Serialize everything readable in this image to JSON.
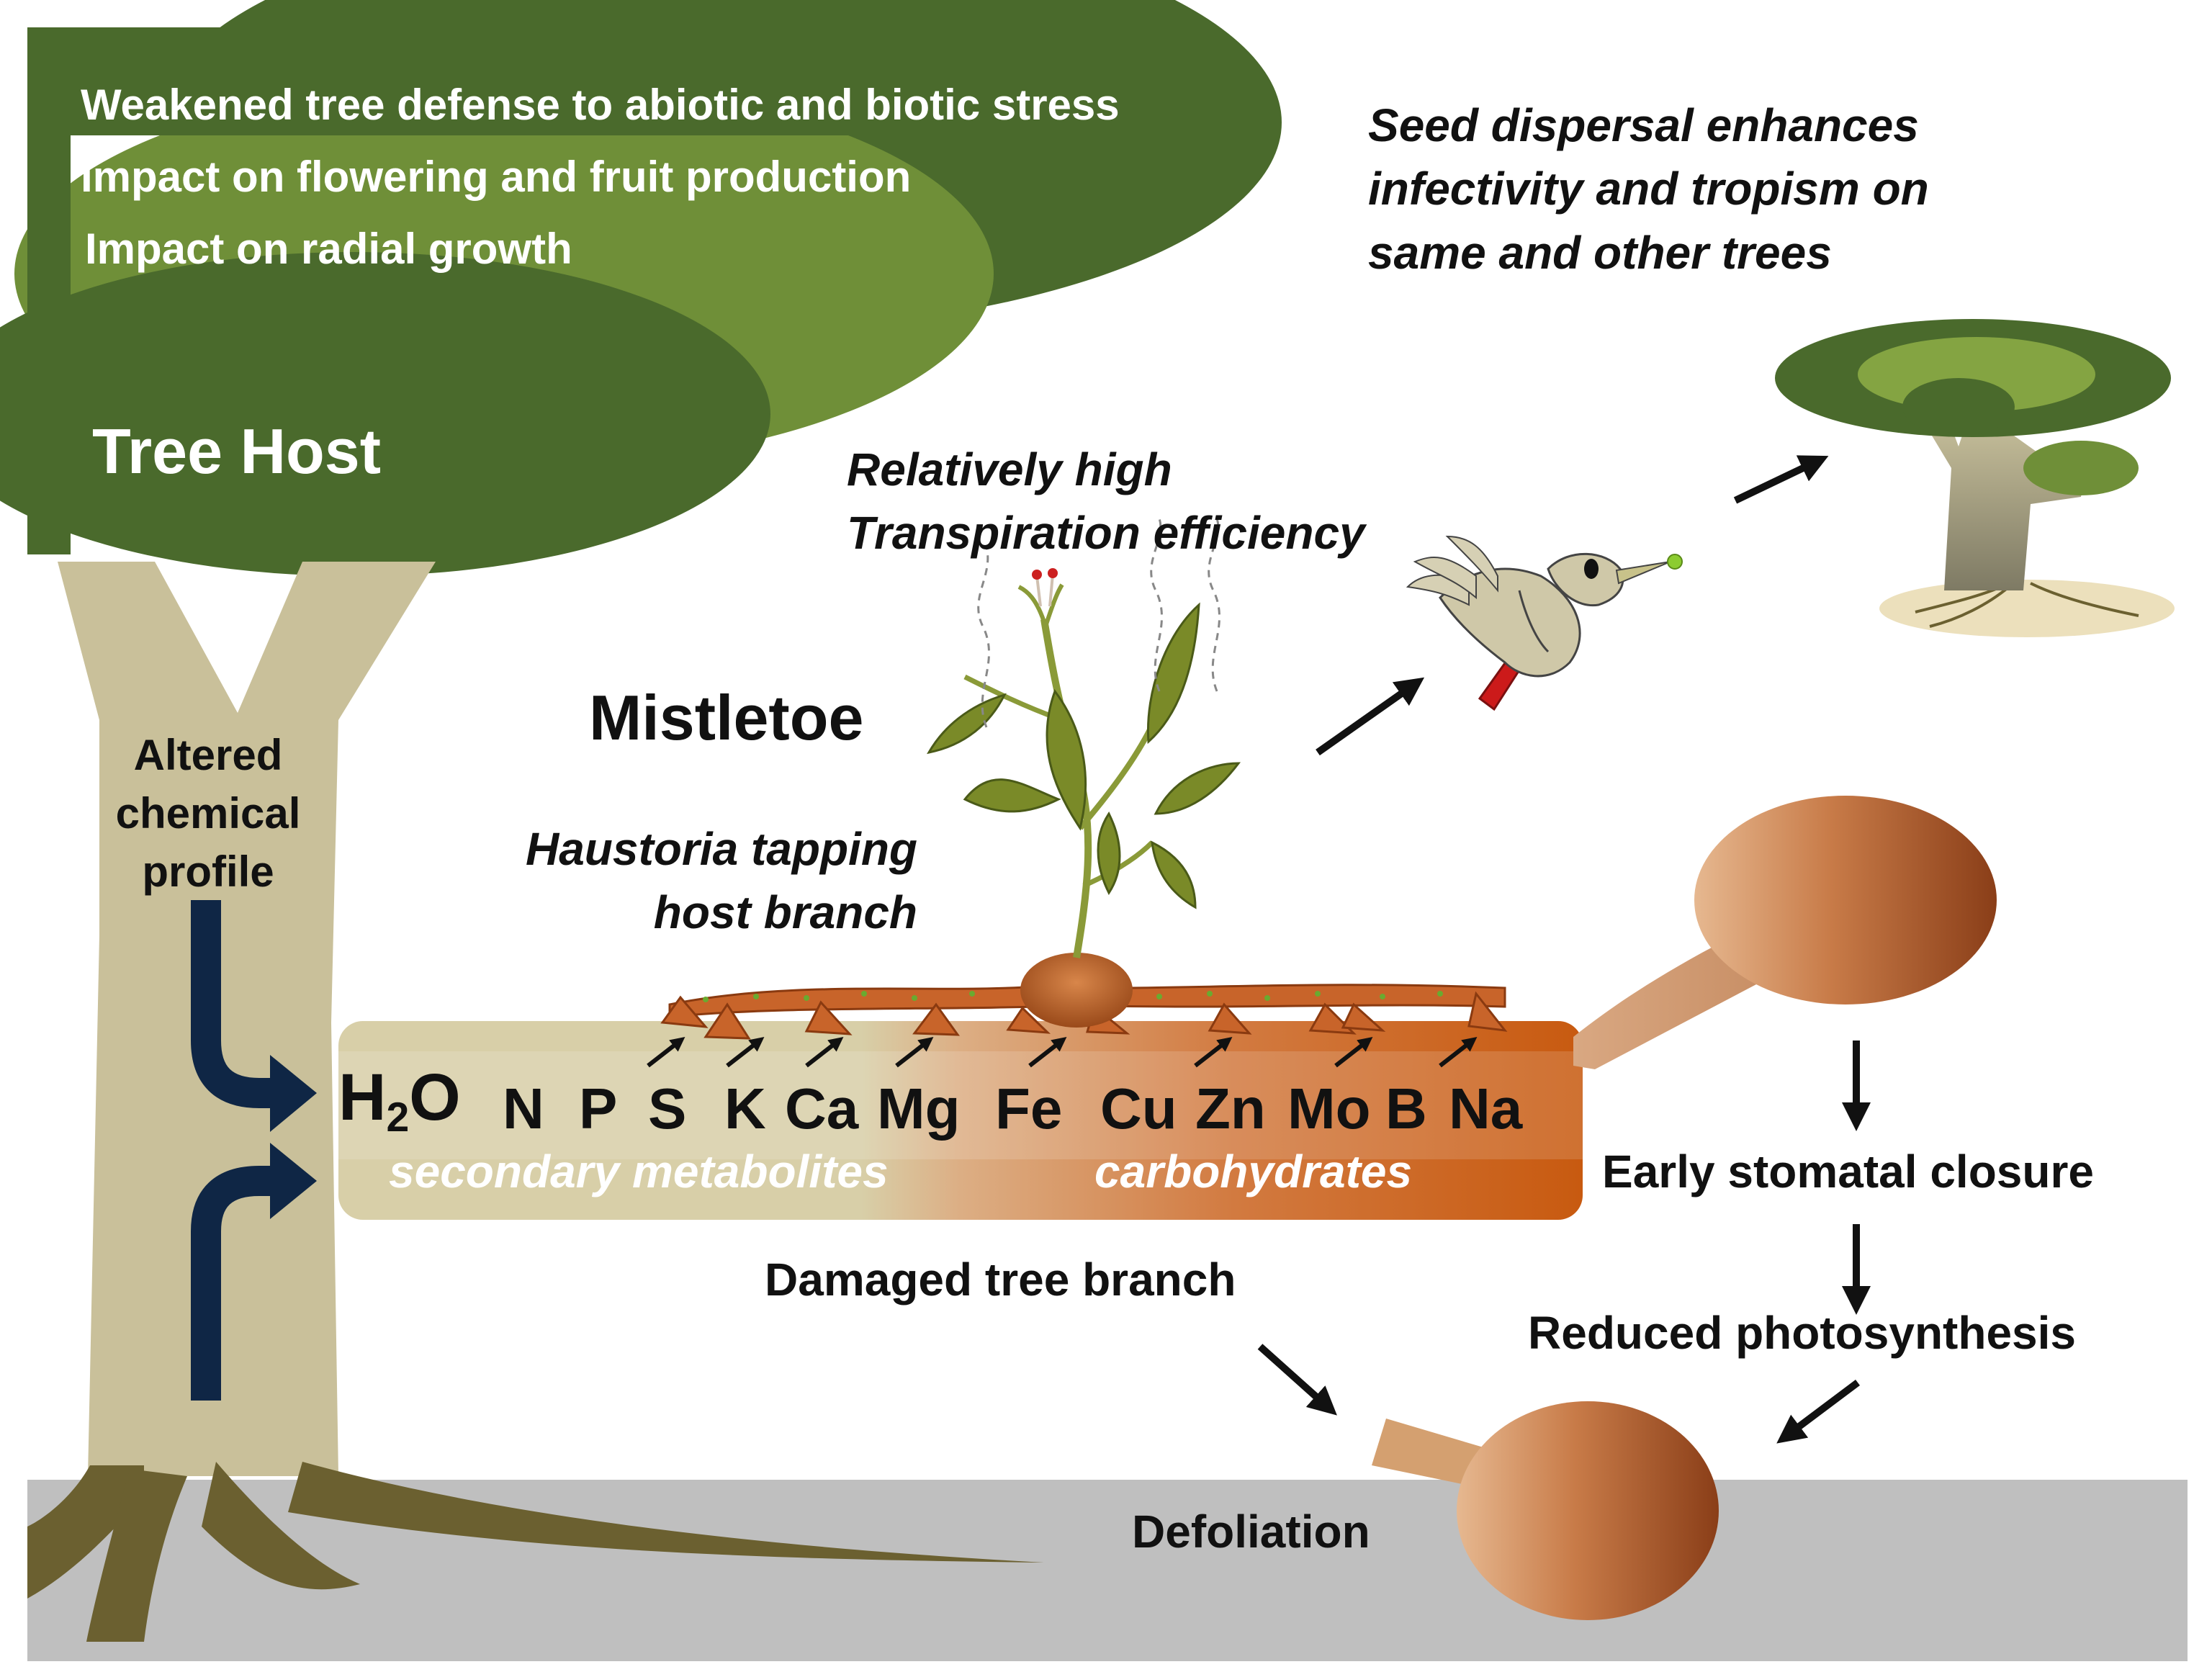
{
  "colors": {
    "canopy_dark": "#4a6a2c",
    "canopy_mid": "#6f8f38",
    "canopy_light": "#84a442",
    "trunk": "#c9c09a",
    "ground": "#bfbfbf",
    "root": "#6b6030",
    "haustoria": "#c8642a",
    "flow_arrow": "#0f2645",
    "branch_light": "#d8cfa8",
    "branch_dark": "#c85a10",
    "gall_light": "#e5b58c",
    "gall_dark": "#8a3e18",
    "mistletoe_leaf": "#7a8a28",
    "bird_body": "#cfc8a8",
    "seed": "#8ccc30"
  },
  "effects": [
    "Weakened tree defense to abiotic and biotic stress",
    "Impact on flowering and fruit production",
    "Impact on radial growth"
  ],
  "labels": {
    "tree_host": "Tree Host",
    "altered_profile": [
      "Altered",
      "chemical",
      "profile"
    ],
    "mistletoe": "Mistletoe",
    "haustoria": [
      "Haustoria tapping",
      "host branch"
    ],
    "transpiration": [
      "Relatively high",
      "Transpiration efficiency"
    ],
    "seed_dispersal": [
      "Seed dispersal enhances",
      "infectivity and tropism on",
      "same and other trees"
    ],
    "secondary_metabolites": "secondary metabolites",
    "carbohydrates": "carbohydrates",
    "early_stomatal_closure": "Early stomatal closure",
    "reduced_photosynthesis": "Reduced photosynthesis",
    "damaged_branch": "Damaged tree branch",
    "defoliation": "Defoliation"
  },
  "water_formula": {
    "main": "H",
    "subscript": "2",
    "tail": "O"
  },
  "elements": [
    "N",
    "P",
    "S",
    "K",
    "Ca",
    "Mg",
    "Fe",
    "Cu",
    "Zn",
    "Mo",
    "B",
    "Na"
  ]
}
